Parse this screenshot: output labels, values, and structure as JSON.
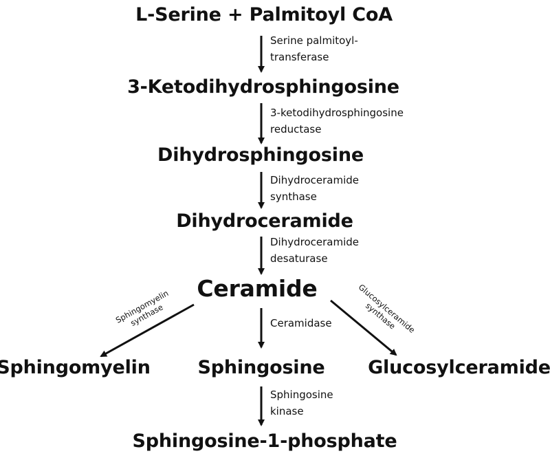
{
  "nodes": {
    "serine_palmitoyl": "L-Serine + Palmitoyl CoA",
    "ketodihydrosphingosine": "3-Ketodihydrosphingosine",
    "dihydrosphingosine": "Dihydrosphingosine",
    "dihydroceramide": "Dihydroceramide",
    "ceramide": "Ceramide",
    "sphingomyelin": "Sphingomyelin",
    "sphingosine": "Sphingosine",
    "glucosylceramide": "Glucosylceramide",
    "s1p": "Sphingosine-1-phosphate"
  },
  "enzymes": {
    "spt": "Serine palmitoyl-\ntransferase",
    "kdsr": "3-ketodihydrosphingosine\nreductase",
    "cers": "Dihydroceramide\nsynthase",
    "des": "Dihydroceramide\ndesaturase",
    "sms": "Sphingomyelin\nsynthase",
    "cdase": "Ceramidase",
    "gcs": "Glucosylceramide\nsynthase",
    "sphk": "Sphingosine\nkinase"
  }
}
